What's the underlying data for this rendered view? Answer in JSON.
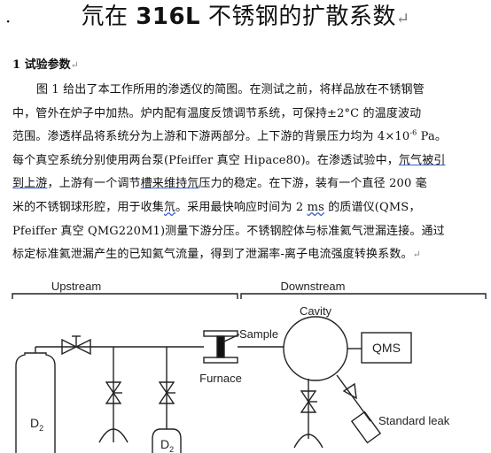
{
  "header": {
    "bullet": "·",
    "title_a": "氘在 ",
    "title_b": "316L",
    "title_c": " 不锈钢的扩散系数",
    "pilcrow": "↵"
  },
  "section": {
    "label": "1  试验参数",
    "mark": "↵"
  },
  "paragraph": {
    "l1": "图 1 给出了本工作所用的渗透仪的简图。在测试之前，将样品放在不锈钢管",
    "l2": "中，管外在炉子中加热。炉内配有温度反馈调节系统，可保持±2°C 的温度波动",
    "l3_a": "范围。渗透样品将系统分为上游和下游两部分。上下游的背景压力均为 4×10",
    "l3_sup": "-6",
    "l3_b": " Pa。",
    "l4_a": "每个真空系统分别使用两台泵(Pfeiffer 真空 Hipace80)。在渗透试验中，",
    "l4_u": "氘气被引",
    "l5_u": "到上游",
    "l5_a": "，上游有一个调节",
    "l5_u2": "槽来维持氘",
    "l5_b": "压力的稳定。在下游，装有一个直径 200 毫",
    "l6_a": "米的不锈钢球形腔，用于收集",
    "l6_w": "氘",
    "l6_b": "。采用最快响应时间为  2 ",
    "l6_ms": "ms",
    "l6_c": "  的质谱仪(QMS，",
    "l7": "Pfeiffer 真空 QMG220M1)测量下游分压。不锈钢腔体与标准氦气泄漏连接。通过",
    "l8": "标定标准氦泄漏产生的已知氦气流量，得到了泄漏率-离子电流强度转换系数。",
    "mark": "↵"
  },
  "diagram": {
    "upstream": "Upstream",
    "downstream": "Downstream",
    "cavity": "Cavity",
    "sample": "Sample",
    "furnace": "Furnace",
    "qms": "QMS",
    "standard_leak": "Standard leak",
    "d2_main": "D",
    "d2_sub": "2",
    "d2b_main": "D",
    "d2b_sub": "2"
  }
}
